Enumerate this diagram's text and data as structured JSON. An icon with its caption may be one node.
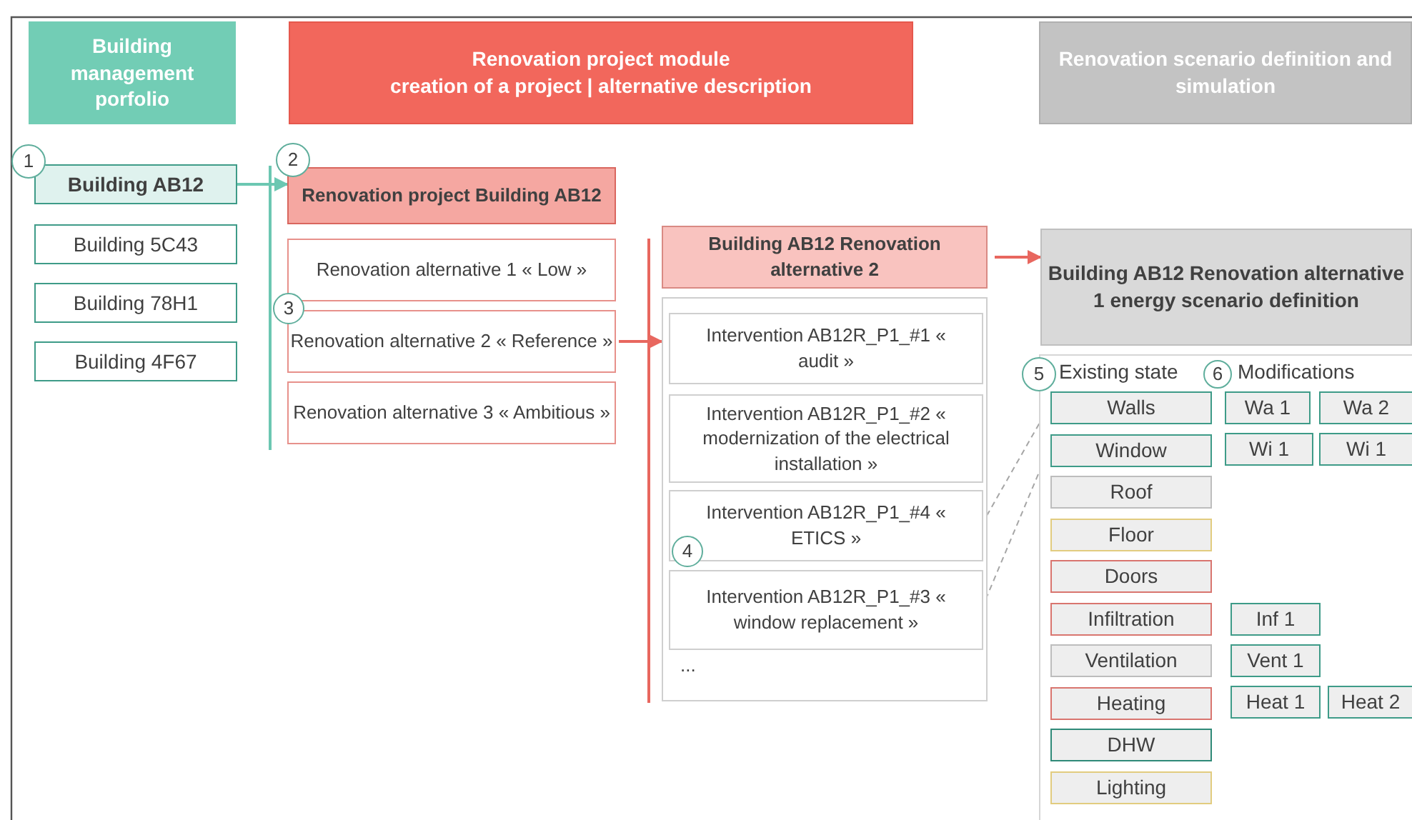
{
  "diagram": {
    "nodes": [
      {
        "text": [
          "Building management porfolio"
        ]
      },
      {
        "text": [
          "Renovation project module",
          "creation of a project | alternative description"
        ]
      },
      {
        "text": [
          "Renovation scenario definition and simulation"
        ]
      },
      {
        "text": [
          "Building AB12"
        ]
      },
      {
        "text": [
          "Building 5C43"
        ]
      },
      {
        "text": [
          "Building 78H1"
        ]
      },
      {
        "text": [
          "Building 4F67"
        ]
      },
      {
        "text": [
          "Renovation project Building AB12"
        ]
      },
      {
        "text": [
          "Renovation alternative 1 « Low »"
        ]
      },
      {
        "text": [
          "Renovation alternative 2 « Reference »"
        ]
      },
      {
        "text": [
          "Renovation alternative 3 « Ambitious »"
        ]
      },
      {
        "text": [
          "Building AB12 Renovation alternative 2"
        ]
      },
      {
        "text": [
          "..."
        ]
      },
      {
        "text": [
          "Intervention AB12R_P1_#1 « audit »"
        ],
        "in": 12
      },
      {
        "text": [
          "Intervention AB12R_P1_#2 « modernization of the electrical installation »"
        ],
        "in": 12
      },
      {
        "text": [
          "Intervention AB12R_P1_#4 « ETICS »"
        ],
        "in": 12
      },
      {
        "text": [
          "Intervention AB12R_P1_#3 « window replacement »"
        ],
        "in": 12
      },
      {
        "text": [
          "Building AB12 Renovation alternative 1 energy scenario definition"
        ]
      },
      {
        "text": [
          "Existing state",
          "Modifications"
        ]
      },
      {
        "text": [
          "Walls"
        ],
        "in": 18
      },
      {
        "text": [
          "Window"
        ],
        "in": 18
      },
      {
        "text": [
          "Roof"
        ],
        "in": 18
      },
      {
        "text": [
          "Floor"
        ],
        "in": 18
      },
      {
        "text": [
          "Doors"
        ],
        "in": 18
      },
      {
        "text": [
          "Infiltration"
        ],
        "in": 18
      },
      {
        "text": [
          "Ventilation"
        ],
        "in": 18
      },
      {
        "text": [
          "Heating"
        ],
        "in": 18
      },
      {
        "text": [
          "DHW"
        ],
        "in": 18
      },
      {
        "text": [
          "Lighting"
        ],
        "in": 18
      },
      {
        "text": [
          "Wa 1"
        ],
        "in": 18
      },
      {
        "text": [
          "Wa 2"
        ],
        "in": 18
      },
      {
        "text": [
          "Wi 1"
        ],
        "in": 18
      },
      {
        "text": [
          "Wi 1"
        ],
        "in": 18
      },
      {
        "text": [
          "Inf 1"
        ],
        "in": 18
      },
      {
        "text": [
          "Vent 1"
        ],
        "in": 18
      },
      {
        "text": [
          "Heat 1"
        ],
        "in": 18
      },
      {
        "text": [
          "Heat 2"
        ],
        "in": 18
      },
      {
        "text": [
          "1"
        ]
      },
      {
        "text": [
          "2"
        ]
      },
      {
        "text": [
          "3"
        ]
      },
      {
        "text": [
          "4"
        ],
        "in": 12
      },
      {
        "text": [
          "5"
        ]
      },
      {
        "text": [
          "6"
        ],
        "in": 18
      }
    ],
    "edges": [
      {
        "from": 3,
        "to": 7,
        "arrow": "to",
        "color": "#6cc7b2"
      },
      {
        "from": 9,
        "to": 12,
        "arrow": "to",
        "color": "#e8675f"
      },
      {
        "from": 11,
        "to": 17,
        "arrow": "to",
        "color": "#e8675f"
      },
      {
        "from": 15,
        "to": 19,
        "arrow": "none",
        "style": "dashed",
        "color": "#a6a6a6"
      },
      {
        "from": 16,
        "to": 20,
        "arrow": "none",
        "style": "dashed",
        "color": "#a6a6a6"
      }
    ]
  }
}
